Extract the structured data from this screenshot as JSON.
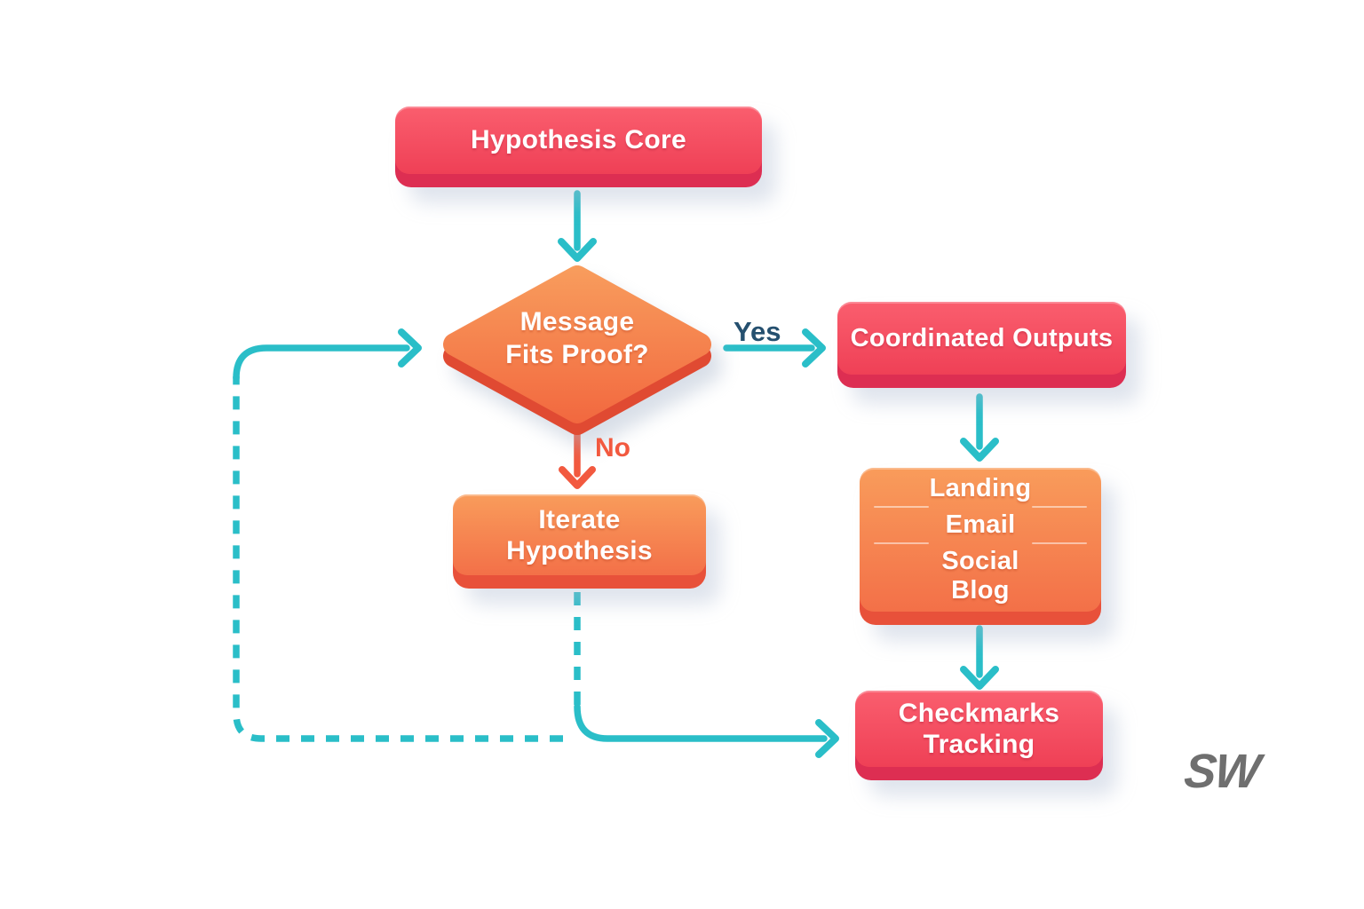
{
  "colors": {
    "background": "#FFFFFF",
    "connector_teal": "#2ABEC8",
    "no_orange": "#F2593F",
    "yes_navy": "#25506F",
    "red_box_top": "#FA5E6E",
    "red_box_bottom": "#EF4056",
    "red_box_edge": "#DD2E52",
    "orange_box_top": "#F99C5B",
    "orange_box_bottom": "#F37048",
    "orange_box_edge": "#E8513A",
    "diamond_top": "#F89D5D",
    "diamond_bottom": "#F2683F",
    "diamond_edge": "#E04A32",
    "watermark_gray": "#6F6F6F",
    "text_white": "#FFFFFF"
  },
  "nodes": {
    "hypothesis_core": {
      "label": "Hypothesis Core"
    },
    "message_fits_proof": {
      "label": "Message\nFits Proof?"
    },
    "coordinated_outputs": {
      "label": "Coordinated Outputs"
    },
    "iterate_hypothesis": {
      "label": "Iterate\nHypothesis"
    },
    "channels": {
      "items": [
        "Landing",
        "Email",
        "Social",
        "Blog"
      ]
    },
    "checkmarks_tracking": {
      "label": "Checkmarks\nTracking"
    }
  },
  "edges": {
    "yes_label": "Yes",
    "no_label": "No"
  },
  "watermark": "SW"
}
